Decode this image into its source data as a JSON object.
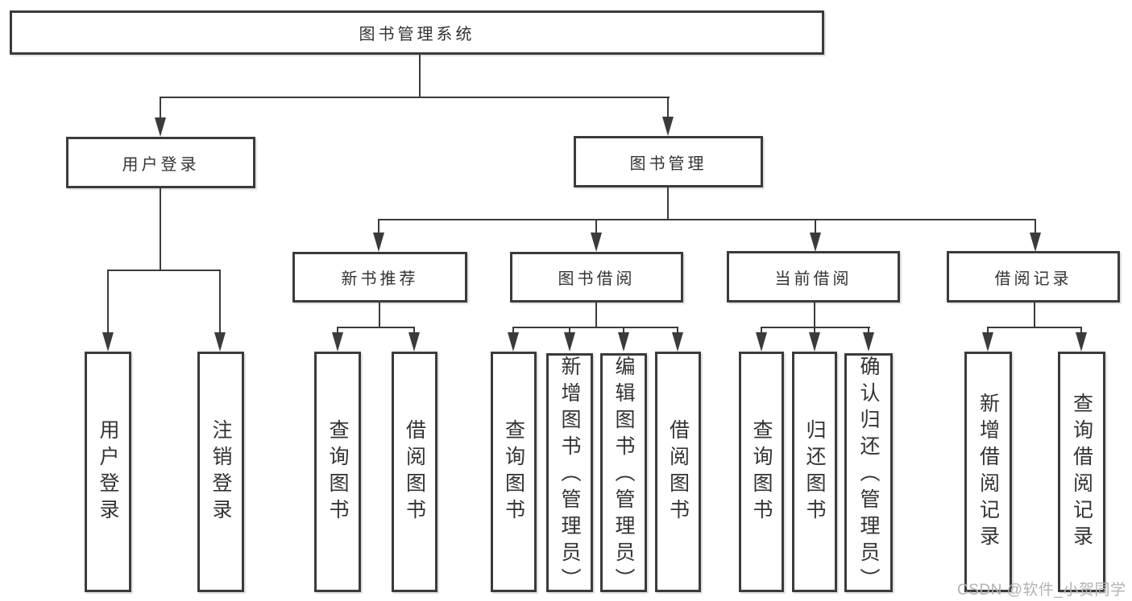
{
  "tree": {
    "root": "图书管理系统",
    "children": [
      {
        "label": "用户登录",
        "children": [
          {
            "label": "用户登录"
          },
          {
            "label": "注销登录"
          }
        ]
      },
      {
        "label": "图书管理",
        "children": [
          {
            "label": "新书推荐",
            "children": [
              {
                "label": "查询图书"
              },
              {
                "label": "借阅图书"
              }
            ]
          },
          {
            "label": "图书借阅",
            "children": [
              {
                "label": "查询图书"
              },
              {
                "label": "新增图书（管理员）"
              },
              {
                "label": "编辑图书（管理员）"
              },
              {
                "label": "借阅图书"
              }
            ]
          },
          {
            "label": "当前借阅",
            "children": [
              {
                "label": "查询图书"
              },
              {
                "label": "归还图书"
              },
              {
                "label": "确认归还（管理员）"
              }
            ]
          },
          {
            "label": "借阅记录",
            "children": [
              {
                "label": "新增借阅记录"
              },
              {
                "label": "查询借阅记录"
              }
            ]
          }
        ]
      }
    ]
  },
  "watermark": {
    "text": "CSDN @软件_小贺同学"
  },
  "colors": {
    "line": "#3b3b3b",
    "box_border": "#3b3b3b",
    "text": "#333333",
    "background": "#ffffff",
    "watermark": "#b3b3b3"
  }
}
